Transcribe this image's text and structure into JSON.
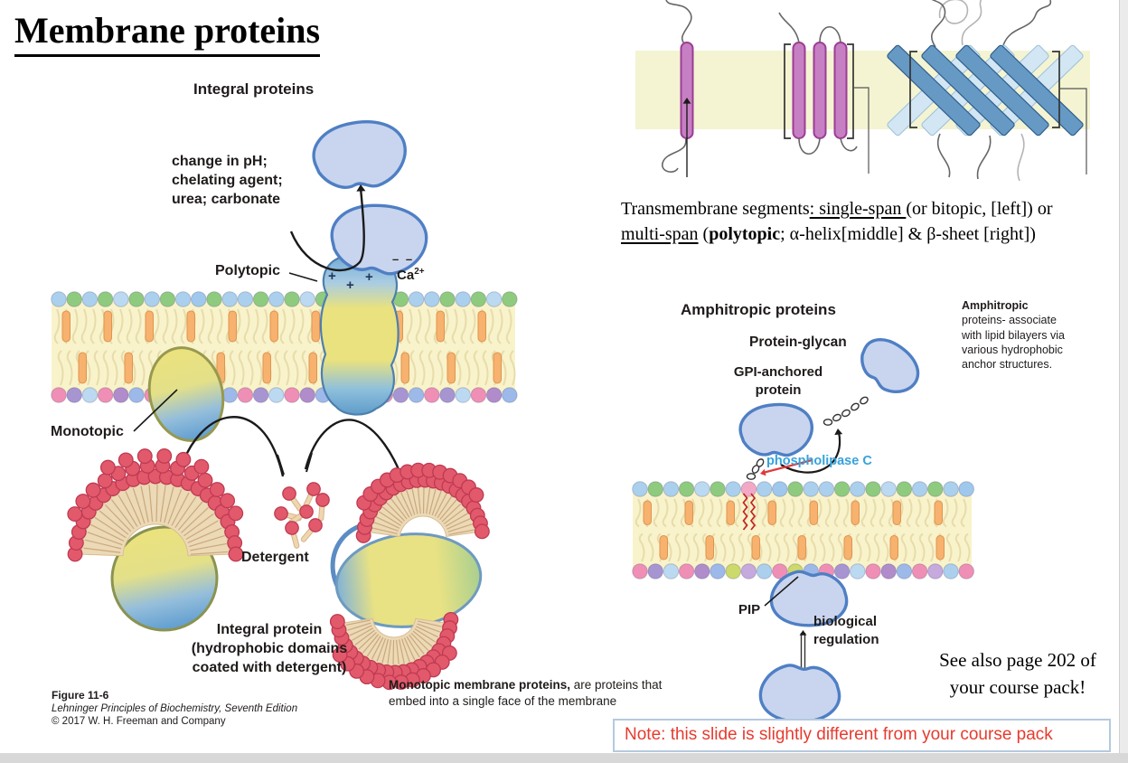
{
  "title": "Membrane proteins",
  "left_figure": {
    "heading": "Integral proteins",
    "treatment": "change in pH;\nchelating agent;\nurea; carbonate",
    "polytopic_label": "Polytopic",
    "plus": "+",
    "minus": "– –",
    "ca": {
      "sym": "Ca",
      "sup": "2+"
    },
    "monotopic_label": "Monotopic",
    "detergent_label": "Detergent",
    "integral_caption": "Integral protein\n(hydrophobic domains\ncoated with detergent)",
    "figure_number": "Figure 11-6",
    "figure_source": "Lehninger Principles of Biochemistry, Seventh Edition",
    "figure_copyright": "© 2017 W. H. Freeman and Company"
  },
  "monotopic_caption": {
    "bold": "Monotopic membrane proteins,",
    "rest": " are proteins that embed into a single face of the membrane"
  },
  "transmembrane": {
    "seg1": "Transmembrane segments",
    "seg2": ": single-span ",
    "seg3": "(or bitopic, [left]) or ",
    "seg4": "multi-span",
    "seg5": " (",
    "seg6": "polytopic",
    "seg7": "; α-helix[middle] & β-sheet [right])"
  },
  "amphitropic": {
    "heading": "Amphitropic proteins",
    "side_note_bold": "Amphitropic",
    "side_note_rest": "proteins- associate with lipid bilayers via various hydrophobic anchor structures.",
    "protein_glycan_label": "Protein-glycan",
    "gpi_label": "GPI-anchored protein",
    "phospholipase_label": "phospholipase C",
    "pip_label": "PIP",
    "bioreg_label": "biological regulation"
  },
  "course_pack_note": "See also page 202 of\nyour course pack!",
  "red_note": "Note: this slide is slightly different from your course pack",
  "colors": {
    "red_note_text": "#e63b2e",
    "note_border": "#b5c9de",
    "phospholipase_text": "#35a3dc",
    "membrane_band": "#f4f4d2",
    "alpha_helix": "#c77fc3",
    "beta_sheet": "#6699c4",
    "detergent_bead": "#e2596b",
    "protein_blob": "#c9d5ee"
  }
}
